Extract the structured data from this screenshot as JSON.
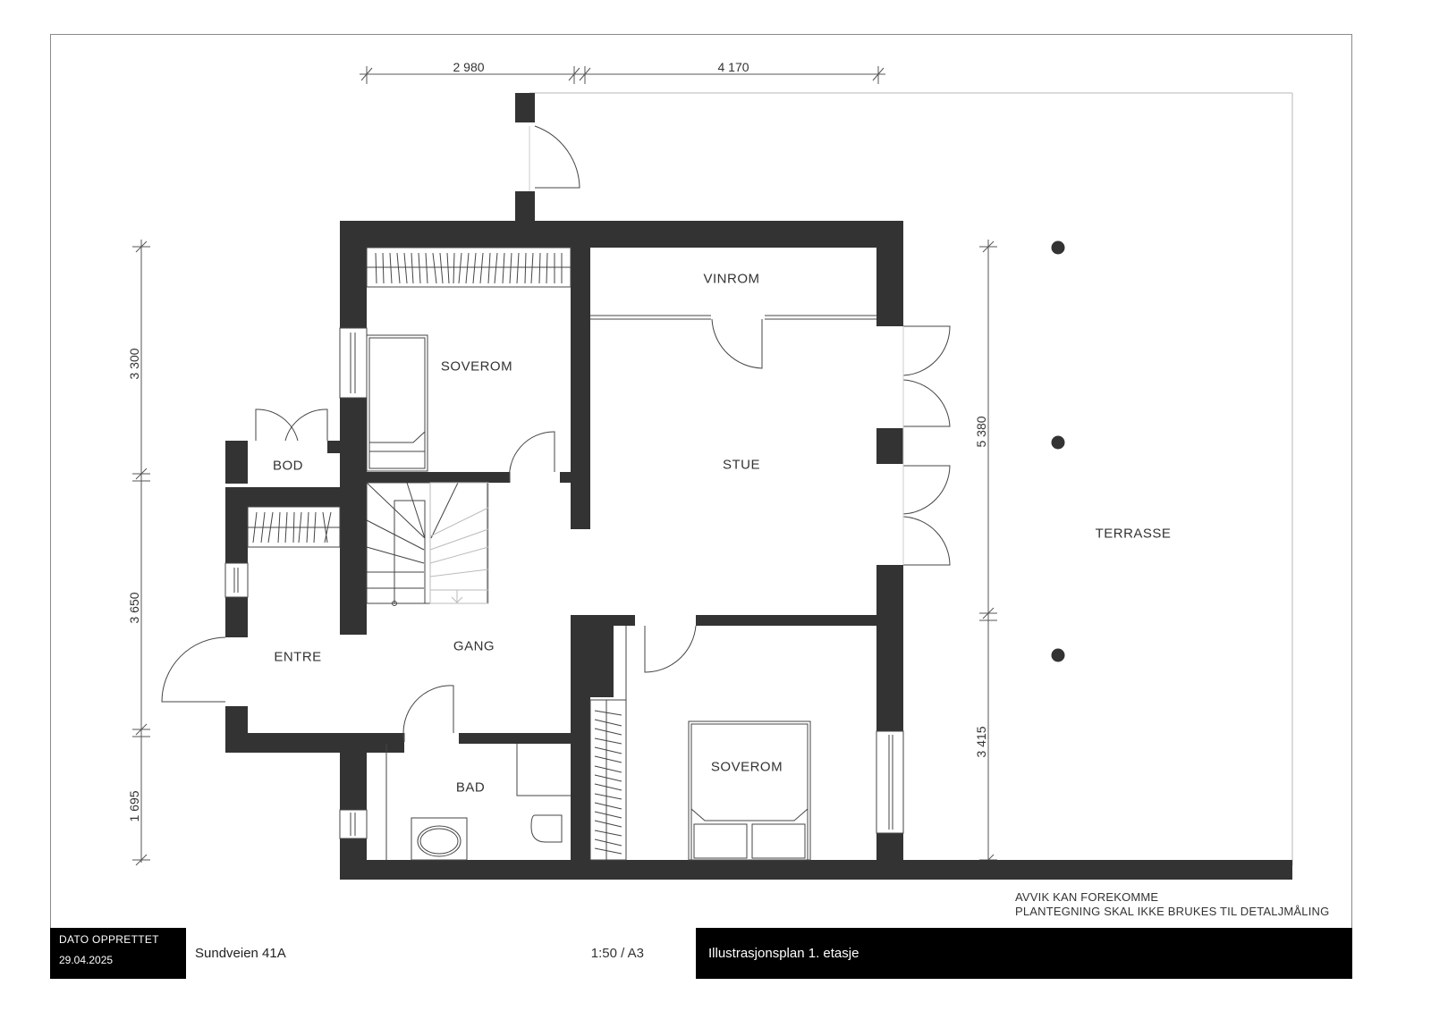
{
  "rooms": {
    "soverom_1": "SOVEROM",
    "vinrom": "VINROM",
    "bod": "BOD",
    "stue": "STUE",
    "entre": "ENTRE",
    "gang": "GANG",
    "bad": "BAD",
    "soverom_2": "SOVEROM",
    "terrasse": "TERRASSE"
  },
  "dimensions": {
    "top": [
      "2 980",
      "4 170"
    ],
    "left": [
      "3 300",
      "3 650",
      "1 695"
    ],
    "right": [
      "5 380",
      "3 415"
    ]
  },
  "disclaimer": {
    "line1": "AVVIK KAN FOREKOMME",
    "line2": "PLANTEGNING SKAL IKKE BRUKES TIL DETALJMÅLING"
  },
  "titleblock": {
    "date_label": "DATO OPPRETTET",
    "date_value": "29.04.2025",
    "project_name": "Sundveien 41A",
    "scale": "1:50 / A3",
    "plan_title": "Illustrasjonsplan 1. etasje"
  },
  "colors": {
    "wall": "#333333",
    "titleblock_bg": "#000000",
    "frame": "#8a8a8a"
  }
}
